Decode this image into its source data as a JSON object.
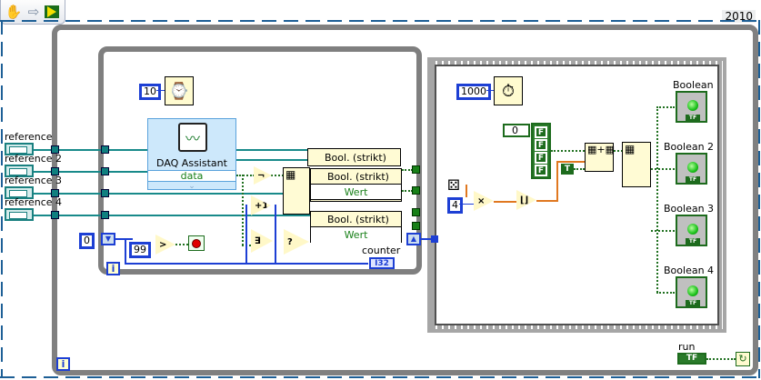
{
  "toolbar": {
    "tools": [
      "hand-tool",
      "arrow-tool",
      "run-icon"
    ]
  },
  "version_label": "2010",
  "controls": {
    "reference_labels": [
      "reference",
      "reference 2",
      "reference 3",
      "reference 4"
    ]
  },
  "inner_loop": {
    "wait_ms": "10",
    "daq": {
      "title": "DAQ Assistant",
      "output": "data"
    },
    "shift_init": "0",
    "compare_constant": "99",
    "counter_label": "counter",
    "counter_type": "I32",
    "iteration_label": "i",
    "nodes": {
      "property_label": "Bool. (strikt)",
      "value_label": "Wert",
      "not_label": "¬",
      "increment_label": "+1",
      "select_label": "?",
      "exists_label": "∃",
      "gt_label": ">"
    }
  },
  "sequence": {
    "wait_ms": "1000",
    "array_index": "0",
    "bool_constants": [
      "F",
      "F",
      "F",
      "F"
    ],
    "true_constant": "T",
    "multiplier": "4",
    "multiply_label": "×",
    "floor_label": "⌊⌋"
  },
  "indicators": [
    {
      "label": "Boolean"
    },
    {
      "label": "Boolean 2"
    },
    {
      "label": "Boolean 3"
    },
    {
      "label": "Boolean 4"
    }
  ],
  "outer_loop": {
    "iteration_label": "i",
    "stop_control_label": "run",
    "tf_label": "TF"
  }
}
